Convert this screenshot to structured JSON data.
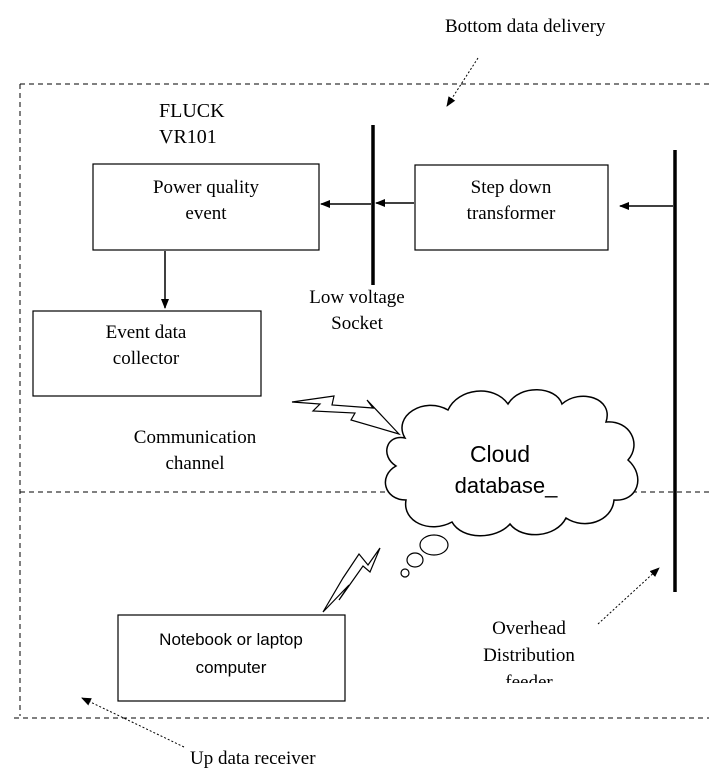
{
  "labels": {
    "bottom_data_delivery": "Bottom data delivery",
    "fluck_line1": "FLUCK",
    "fluck_line2": "VR101",
    "power_quality_line1": "Power quality",
    "power_quality_line2": "event",
    "step_down_line1": "Step down",
    "step_down_line2": "transformer",
    "low_voltage_line1": "Low voltage",
    "low_voltage_line2": "Socket",
    "event_data_line1": "Event data",
    "event_data_line2": "collector",
    "communication_line1": "Communication",
    "communication_line2": "channel",
    "cloud_line1": "Cloud",
    "cloud_line2": "database_",
    "notebook_line1": "Notebook or laptop",
    "notebook_line2": "computer",
    "overhead_line1": "Overhead",
    "overhead_line2": "Distribution",
    "overhead_line3": "feeder",
    "up_data_receiver": "Up data receiver"
  }
}
